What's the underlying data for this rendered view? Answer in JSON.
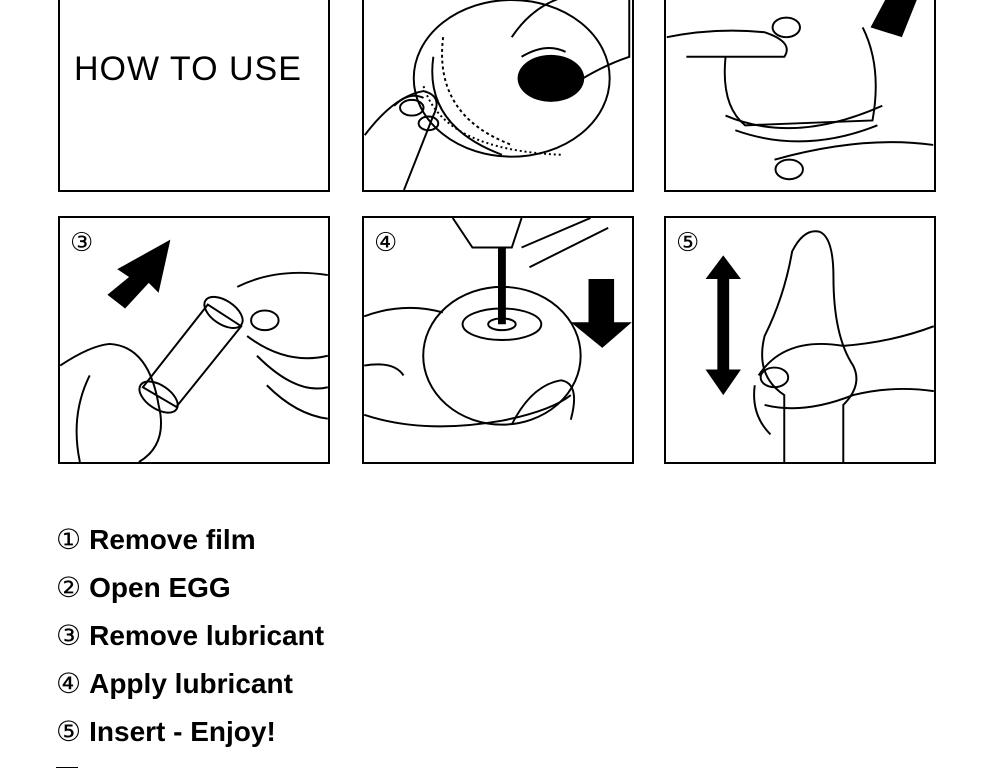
{
  "header": {
    "title": "HOW TO USE"
  },
  "panels": [
    {
      "number": ""
    },
    {
      "number": ""
    },
    {
      "number": "③"
    },
    {
      "number": "④"
    },
    {
      "number": "⑤"
    }
  ],
  "steps": [
    {
      "number": "①",
      "label": "Remove film"
    },
    {
      "number": "②",
      "label": "Open EGG"
    },
    {
      "number": "③",
      "label": "Remove lubricant"
    },
    {
      "number": "④",
      "label": "Apply lubricant"
    },
    {
      "number": "⑤",
      "label": "Insert - Enjoy!"
    }
  ]
}
